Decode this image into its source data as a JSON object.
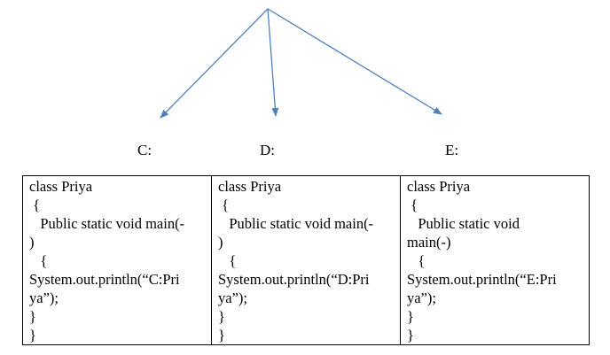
{
  "colors": {
    "arrow": "#4f81bd",
    "text": "#000000",
    "border": "#000000"
  },
  "labels": [
    "C:",
    "D:",
    "E:"
  ],
  "code_boxes": [
    {
      "lines": [
        "class Priya",
        " {",
        "   Public static void main(-",
        ")",
        "   {",
        "System.out.println(“C:Pri",
        "ya”);",
        "}",
        "}"
      ]
    },
    {
      "lines": [
        "class Priya",
        " {",
        "   Public static void main(-",
        ")",
        "   {",
        "System.out.println(“D:Pri",
        "ya”);",
        "}",
        "}"
      ]
    },
    {
      "lines": [
        "class Priya",
        " {",
        "   Public static void",
        "main(-)",
        "   {",
        "System.out.println(“E:Pri",
        "ya”);",
        "}",
        "}"
      ]
    }
  ]
}
